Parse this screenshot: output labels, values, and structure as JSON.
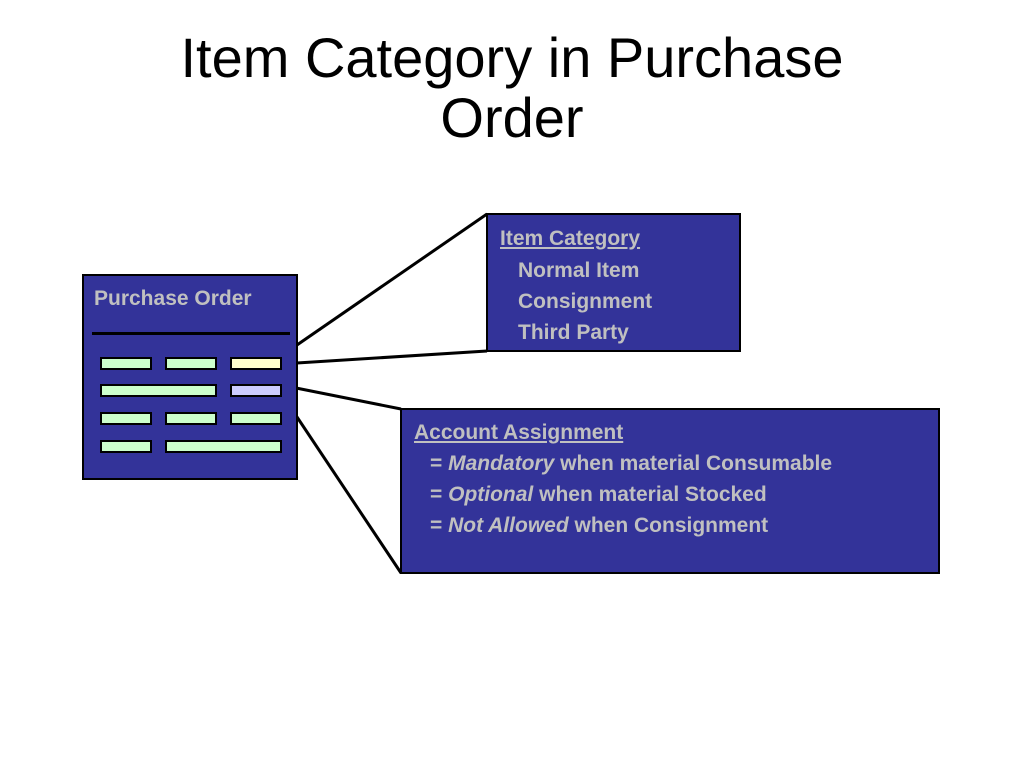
{
  "title": {
    "line1": "Item Category in Purchase",
    "line2": "Order"
  },
  "purchase_order": {
    "label": "Purchase Order",
    "field_colors": {
      "default": "#ccffcc",
      "item_category": "#ffffcc",
      "account_assignment": "#ccccff"
    }
  },
  "item_category": {
    "heading": "Item Category",
    "items": [
      "Normal Item",
      "Consignment",
      "Third Party"
    ]
  },
  "account_assignment": {
    "heading": "Account Assignment",
    "rules": [
      {
        "prefix": "= ",
        "emphasis": "Mandatory",
        "suffix": " when material Consumable"
      },
      {
        "prefix": "= ",
        "emphasis": "Optional",
        "suffix": " when material Stocked"
      },
      {
        "prefix": "= ",
        "emphasis": "Not Allowed",
        "suffix": " when Consignment"
      }
    ]
  },
  "colors": {
    "box_fill": "#333399",
    "box_text": "#c0c0c0",
    "border": "#000000"
  }
}
